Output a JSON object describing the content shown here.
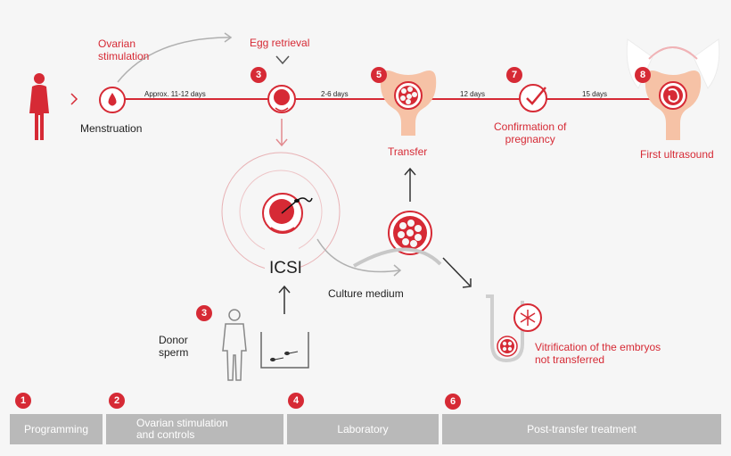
{
  "steps": {
    "menstruation": "Menstruation",
    "ovarian_stimulation": [
      "Ovarian",
      "stimulation"
    ],
    "egg_retrieval": "Egg retrieval",
    "transfer": "Transfer",
    "confirmation": [
      "Confirmation of",
      "pregnancy"
    ],
    "first_ultrasound": "First ultrasound",
    "icsi": "ICSI",
    "culture_medium": "Culture medium",
    "donor_sperm": [
      "Donor",
      "sperm"
    ],
    "vitrification": [
      "Vitrification of the embryos",
      "not transferred"
    ]
  },
  "intervals": {
    "first": "Approx. 11-12 days",
    "second": "2-6 days",
    "third": "12 days",
    "fourth": "15 days"
  },
  "badges": {
    "egg_retrieval": "3",
    "transfer": "5",
    "confirmation": "7",
    "ultrasound": "8",
    "donor": "3"
  },
  "phases": [
    {
      "number": "1",
      "label": "Programming"
    },
    {
      "number": "2",
      "label": "Ovarian stimulation\nand controls"
    },
    {
      "number": "4",
      "label": "Laboratory"
    },
    {
      "number": "6",
      "label": "Post-transfer treatment"
    }
  ],
  "colors": {
    "accent": "#d62a35",
    "peach": "#f6c2a6",
    "phase_bar": "#b9b9b9",
    "background": "#f6f6f6"
  }
}
